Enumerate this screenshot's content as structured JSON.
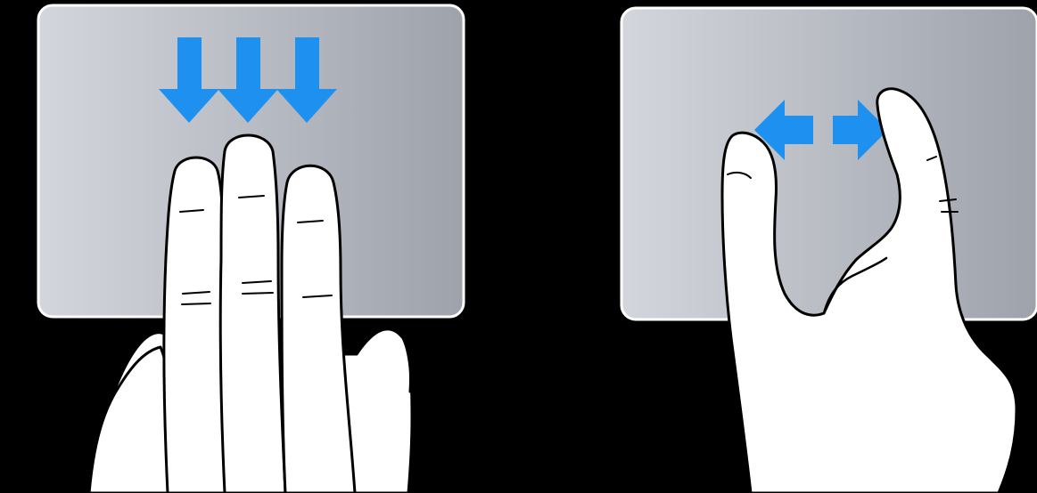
{
  "gestures": [
    {
      "id": "three-finger-swipe-down",
      "arrow_direction": "down",
      "finger_count": 3
    },
    {
      "id": "two-finger-spread",
      "arrow_direction": "left-right",
      "finger_count": 2
    }
  ],
  "colors": {
    "background": "#000000",
    "trackpad_light": "#cfd2d9",
    "trackpad_dark": "#9a9ea8",
    "trackpad_border": "#ffffff",
    "arrow": "#1e90f0",
    "hand_fill": "#ffffff",
    "hand_outline": "#000000"
  }
}
